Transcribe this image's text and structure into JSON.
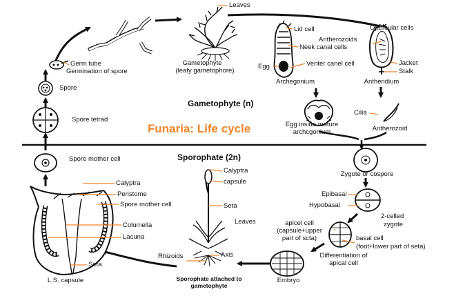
{
  "title": "Funaria: Life cycle",
  "sections": {
    "gametophyte": "Gametophyte (n)",
    "sporophyte": "Sporophate (2n)"
  },
  "accent_color": "#f0852a",
  "leader_color": "#f0852a",
  "labels": {
    "leaves_top": "Leaves",
    "gametophyte": "Gametophyte",
    "leafy_gametophore": "(leafy gametophore)",
    "germ_tube": "Germ tube",
    "germination": "Germination of spore",
    "spore": "Spore",
    "spore_tetrad": "Spore tetrad",
    "spore_mother_cell_left": "Spore mother cell",
    "lid_cell": "Lid cell",
    "neck_canal_cells": "Neek canal cells",
    "egg": "Egg",
    "venter_canal_cell": "Venter canel cell",
    "archegonium": "Archegonium",
    "opercular_cells": "Opercular cells",
    "antherozoids_plural": "Antherozoids",
    "jacket": "Jacket",
    "stalk": "Stalk",
    "antheridium": "Antheridium",
    "egg_inside_line1": "Egg inside mature",
    "egg_inside_line2": "archcgonium",
    "cilia": "Cilia",
    "antherozoid": "Antherozoid",
    "zygote": "Zygote or cospore",
    "epibasal": "Epibasal",
    "hypobasal": "Hypobasal",
    "two_celled_line1": "2-celled",
    "two_celled_line2": "zygote",
    "apical_line1": "apicel cell",
    "apical_line2": "(capsule+upper",
    "apical_line3": "part of scta)",
    "basal_line1": "basal cell",
    "basal_line2": "(foot+lower part of seta)",
    "diff_line1": "Differentiation of",
    "diff_line2": "apical cell",
    "embryo": "Embryo",
    "calyptra_mid": "Calyptra",
    "capsule_mid": "capsule",
    "seta_mid": "Seta",
    "leaves_mid": "Leaves",
    "rhizoids": "Rhizoids",
    "axis": "Axis",
    "sporophate_caption_line1": "Sporophate attached to",
    "sporophate_caption_line2": "gametophyte",
    "calyptra_left": "Calyptra",
    "peristome": "Peristome",
    "spore_mother_cell_caps": "Spore mother cell",
    "columella": "Columella",
    "lacuna": "Lacuna",
    "seta_left": "Seta",
    "ls_capsule": "L.S. capsule"
  }
}
